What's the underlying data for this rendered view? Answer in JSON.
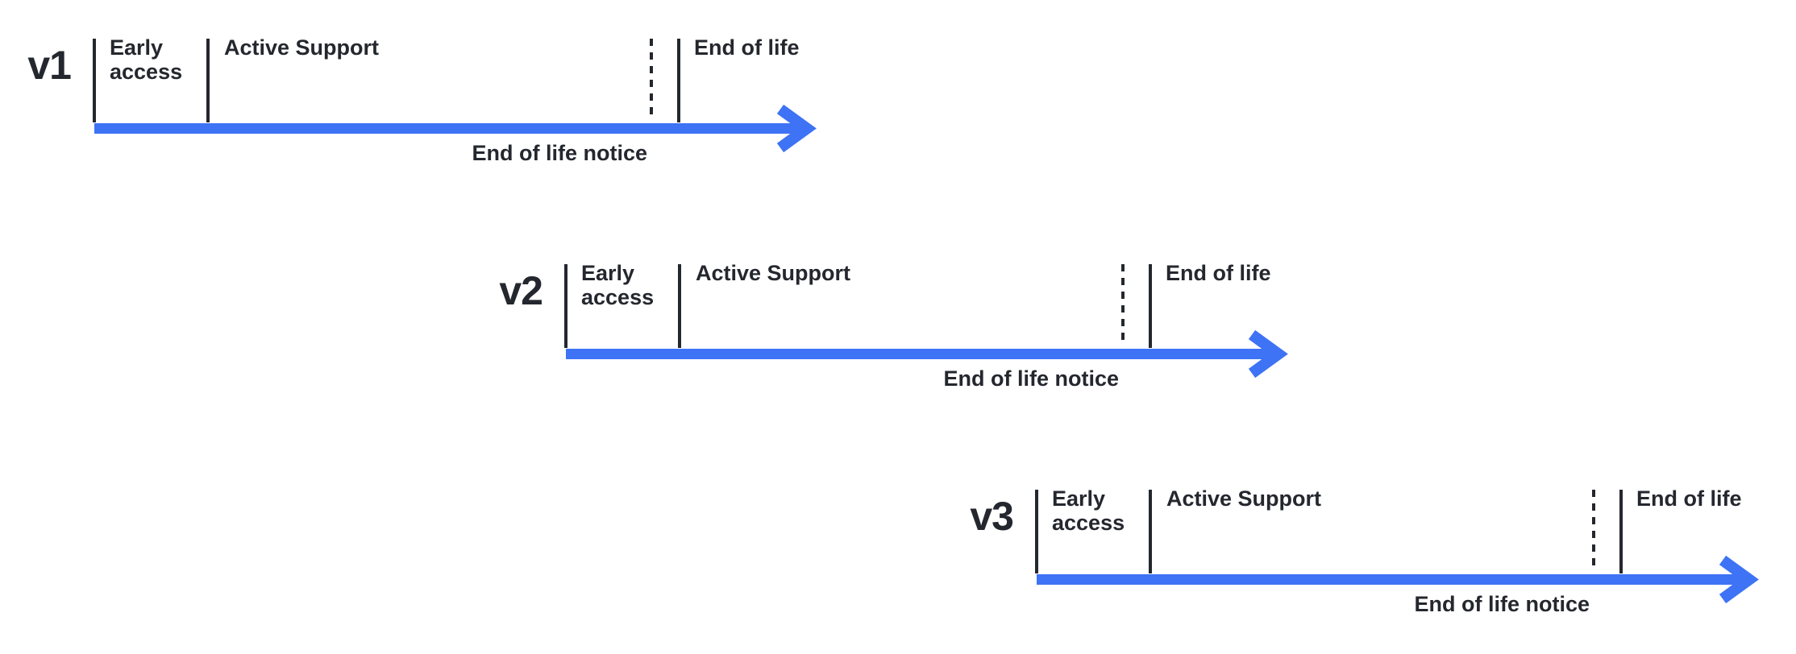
{
  "colors": {
    "arrow_blue": "#3e73f5",
    "ink": "#24272e",
    "background": "#ffffff"
  },
  "timelines": [
    {
      "version": "v1",
      "labels": {
        "early_access": "Early\naccess",
        "active_support": "Active Support",
        "end_of_life": "End of life",
        "end_of_life_notice": "End of life notice"
      }
    },
    {
      "version": "v2",
      "labels": {
        "early_access": "Early\naccess",
        "active_support": "Active Support",
        "end_of_life": "End of life",
        "end_of_life_notice": "End of life notice"
      }
    },
    {
      "version": "v3",
      "labels": {
        "early_access": "Early\naccess",
        "active_support": "Active Support",
        "end_of_life": "End of life",
        "end_of_life_notice": "End of life notice"
      }
    }
  ]
}
